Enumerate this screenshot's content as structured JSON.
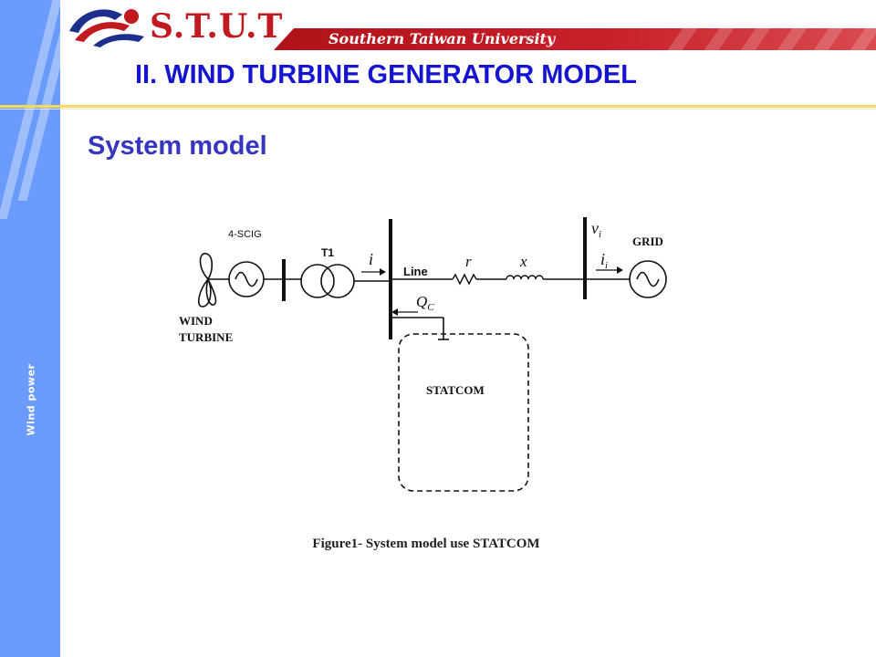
{
  "header": {
    "logo_text": "S.T.U.T",
    "university": "Southern Taiwan University",
    "title": "II. WIND TURBINE GENERATOR MODEL",
    "subtitle": "System model"
  },
  "sidebar": {
    "label": "Wind power"
  },
  "diagram": {
    "gen_label": "4-SCIG",
    "wind_label_1": "WIND",
    "wind_label_2": "TURBINE",
    "transformer_label": "T1",
    "current_i": "i",
    "line_label": "Line",
    "r_label": "r",
    "x_label": "x",
    "q_label": "Q",
    "q_sub": "C",
    "v_label": "v",
    "v_sub": "i",
    "ii_label": "i",
    "ii_sub": "i",
    "grid_label": "GRID",
    "statcom_label": "STATCOM"
  },
  "caption": "Figure1- System model use STATCOM",
  "colors": {
    "sidebar": "#6b9bfa",
    "title": "#1515d0",
    "subtitle": "#3535c0",
    "brand_red": "#c0191f",
    "rule": "#f2d96a"
  }
}
